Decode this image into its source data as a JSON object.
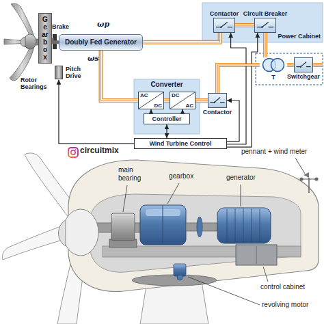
{
  "diagram": {
    "nodes": [
      {
        "text": [
          "Power Cabinet"
        ]
      },
      {
        "text": [
          "Contactor"
        ],
        "in": 0
      },
      {
        "text": [
          "Circuit Breaker"
        ],
        "in": 0
      },
      {
        "text": [
          "Gearbox"
        ]
      },
      {
        "text": [
          "Doubly Fed Generator"
        ]
      },
      {
        "text": [
          "Pitch Drive"
        ]
      },
      {
        "text": [
          "Converter"
        ]
      },
      {
        "text": [
          "AC",
          "DC"
        ],
        "in": 6
      },
      {
        "text": [
          "DC",
          "AC"
        ],
        "in": 6
      },
      {
        "text": [
          "Controller"
        ],
        "in": 6
      },
      {
        "text": [
          "Contactor"
        ]
      },
      {
        "text": [
          "T"
        ]
      },
      {
        "text": [
          "Switchgear"
        ]
      },
      {
        "text": [
          "Wind Turbine Control"
        ]
      }
    ],
    "edges": [
      {
        "from": 4,
        "to": 1,
        "arrow": "none"
      },
      {
        "from": 1,
        "to": 2,
        "arrow": "none"
      },
      {
        "from": 2,
        "to": 11,
        "arrow": "none"
      },
      {
        "from": 11,
        "to": 12,
        "arrow": "none"
      },
      {
        "from": 3,
        "to": 4,
        "arrow": "none"
      },
      {
        "from": 4,
        "to": 7,
        "arrow": "none"
      },
      {
        "from": 7,
        "to": 8,
        "arrow": "none"
      },
      {
        "from": 8,
        "to": 10,
        "arrow": "none"
      },
      {
        "from": 10,
        "to": 11,
        "arrow": "none"
      },
      {
        "from": 9,
        "to": 7,
        "arrow": "to"
      },
      {
        "from": 9,
        "to": 8,
        "arrow": "to"
      },
      {
        "from": 13,
        "to": 9,
        "arrow": "both"
      },
      {
        "from": 13,
        "to": 5,
        "arrow": "to"
      },
      {
        "from": 13,
        "to": 10,
        "arrow": "to"
      },
      {
        "from": 13,
        "to": 1,
        "arrow": "to"
      },
      {
        "from": 13,
        "to": 2,
        "arrow": "to"
      }
    ],
    "labels": [
      "ωp",
      "Brake",
      "ωs",
      "Rotor Bearings",
      "circuitmix",
      "main bearing",
      "gearbox",
      "generator",
      "pennant + wind meter",
      "control cabinet",
      "revolving motor"
    ]
  }
}
